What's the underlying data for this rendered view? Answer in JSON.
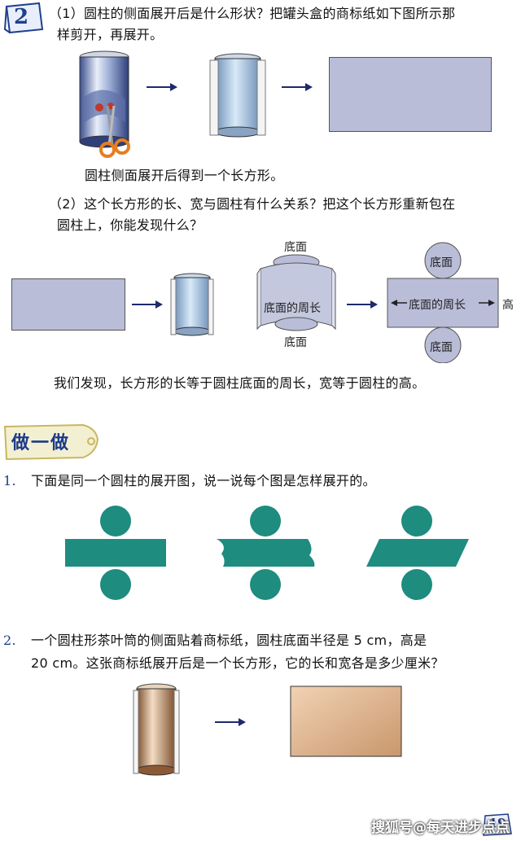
{
  "q2": {
    "badge": "2",
    "part1_line1": "（1）圆柱的侧面展开后是什么形状？把罐头盒的商标纸如下图所示那",
    "part1_line2": "样剪开，再展开。",
    "result1": "圆柱侧面展开后得到一个长方形。",
    "part2_line1": "（2）这个长方形的长、宽与圆柱有什么关系？把这个长方形重新包在",
    "part2_line2": "圆柱上，你能发现什么？",
    "diagram": {
      "base_top": "底面",
      "base_bottom": "底面",
      "perimeter": "底面的周长",
      "base_circle_top": "底面",
      "base_circle_bottom": "底面",
      "rect_perimeter": "底面的周长",
      "height": "高"
    },
    "conclusion": "我们发现，长方形的长等于圆柱底面的周长，宽等于圆柱的高。"
  },
  "activity": {
    "title": "做一做",
    "item1_num": "1.",
    "item1_text": "下面是同一个圆柱的展开图，说一说每个图是怎样展开的。",
    "item2_num": "2.",
    "item2_line1": "一个圆柱形茶叶筒的侧面贴着商标纸，圆柱底面半径是 5 cm，高是",
    "item2_line2": "20 cm。这张商标纸展开后是一个长方形，它的长和宽各是多少厘米？"
  },
  "page_number": "19",
  "watermark": "搜狐号@每天进步点点",
  "colors": {
    "navy": "#1d3a8a",
    "teal": "#1e8c7e",
    "lavender_rect": "#b9bdd8",
    "tan_rect_light": "#f1d2b4",
    "tan_rect_dark": "#c9976c",
    "cylinder_blue": "#a9cdea"
  }
}
